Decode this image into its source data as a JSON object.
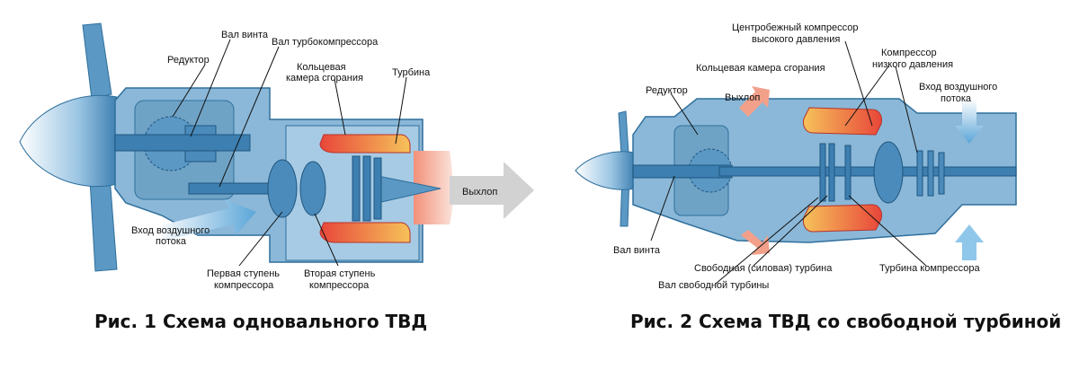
{
  "figure1": {
    "caption": "Рис. 1 Схема одновального ТВД",
    "labels": {
      "propeller_shaft": "Вал винта",
      "reducer": "Редуктор",
      "turbocompressor_shaft": "Вал турбокомпрессора",
      "combustion_chamber_line1": "Кольцевая",
      "combustion_chamber_line2": "камера сгорания",
      "turbine": "Турбина",
      "exhaust": "Выхлоп",
      "air_inlet_line1": "Вход воздушного",
      "air_inlet_line2": "потока",
      "first_stage_line1": "Первая ступень",
      "first_stage_line2": "компрессора",
      "second_stage_line1": "Вторая ступень",
      "second_stage_line2": "компрессора"
    }
  },
  "figure2": {
    "caption": "Рис. 2 Схема ТВД со свободной турбиной",
    "labels": {
      "centrifugal_compressor_line1": "Центробежный компрессор",
      "centrifugal_compressor_line2": "высокого давления",
      "lp_compressor_line1": "Компрессор",
      "lp_compressor_line2": "низкого давления",
      "combustion_chamber": "Кольцевая камера сгорания",
      "reducer": "Редуктор",
      "exhaust": "Выхлоп",
      "air_inlet_line1": "Вход воздушного",
      "air_inlet_line2": "потока",
      "propeller_shaft": "Вал винта",
      "free_turbine": "Свободная (силовая) турбина",
      "free_turbine_shaft": "Вал свободной турбины",
      "compressor_turbine": "Турбина компрессора"
    }
  },
  "colors": {
    "casing": "#6fa3c6",
    "casing_dark": "#2f6f9c",
    "shaft": "#3c7fb0",
    "flame_outer": "#e8463a",
    "flame_inner": "#f6b84a",
    "exhaust_arrow": "#cfcfcf",
    "air_flow": "#8fc7ea"
  }
}
